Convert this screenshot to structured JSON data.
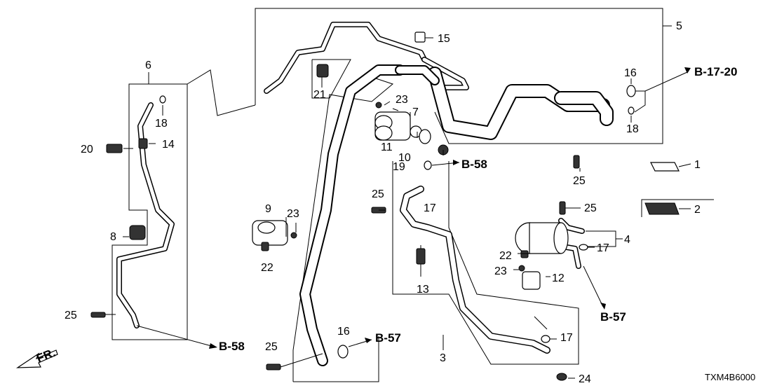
{
  "callouts": [
    {
      "id": "c1",
      "text": "1"
    },
    {
      "id": "c2",
      "text": "2"
    },
    {
      "id": "c3",
      "text": "3"
    },
    {
      "id": "c4",
      "text": "4"
    },
    {
      "id": "c5",
      "text": "5"
    },
    {
      "id": "c6",
      "text": "6"
    },
    {
      "id": "c7",
      "text": "7"
    },
    {
      "id": "c8",
      "text": "8"
    },
    {
      "id": "c9",
      "text": "9"
    },
    {
      "id": "c10",
      "text": "10"
    },
    {
      "id": "c11",
      "text": "11"
    },
    {
      "id": "c12",
      "text": "12"
    },
    {
      "id": "c13",
      "text": "13"
    },
    {
      "id": "c14",
      "text": "14"
    },
    {
      "id": "c15",
      "text": "15"
    },
    {
      "id": "c16a",
      "text": "16"
    },
    {
      "id": "c16b",
      "text": "16"
    },
    {
      "id": "c17a",
      "text": "17"
    },
    {
      "id": "c17b",
      "text": "17"
    },
    {
      "id": "c17c",
      "text": "17"
    },
    {
      "id": "c18a",
      "text": "18"
    },
    {
      "id": "c18b",
      "text": "18"
    },
    {
      "id": "c19",
      "text": "19"
    },
    {
      "id": "c20",
      "text": "20"
    },
    {
      "id": "c21",
      "text": "21"
    },
    {
      "id": "c22a",
      "text": "22"
    },
    {
      "id": "c22b",
      "text": "22"
    },
    {
      "id": "c23a",
      "text": "23"
    },
    {
      "id": "c23b",
      "text": "23"
    },
    {
      "id": "c23c",
      "text": "23"
    },
    {
      "id": "c24",
      "text": "24"
    },
    {
      "id": "c25a",
      "text": "25"
    },
    {
      "id": "c25b",
      "text": "25"
    },
    {
      "id": "c25c",
      "text": "25"
    },
    {
      "id": "c25d",
      "text": "25"
    },
    {
      "id": "c25e",
      "text": "25"
    }
  ],
  "references": [
    {
      "id": "r1",
      "text": "B-17-20"
    },
    {
      "id": "r2",
      "text": "B-58"
    },
    {
      "id": "r3",
      "text": "B-57"
    },
    {
      "id": "r4",
      "text": "B-57"
    },
    {
      "id": "r5",
      "text": "B-58"
    }
  ],
  "front_indicator": "FR.",
  "diagram_code": "TXM4B6000"
}
